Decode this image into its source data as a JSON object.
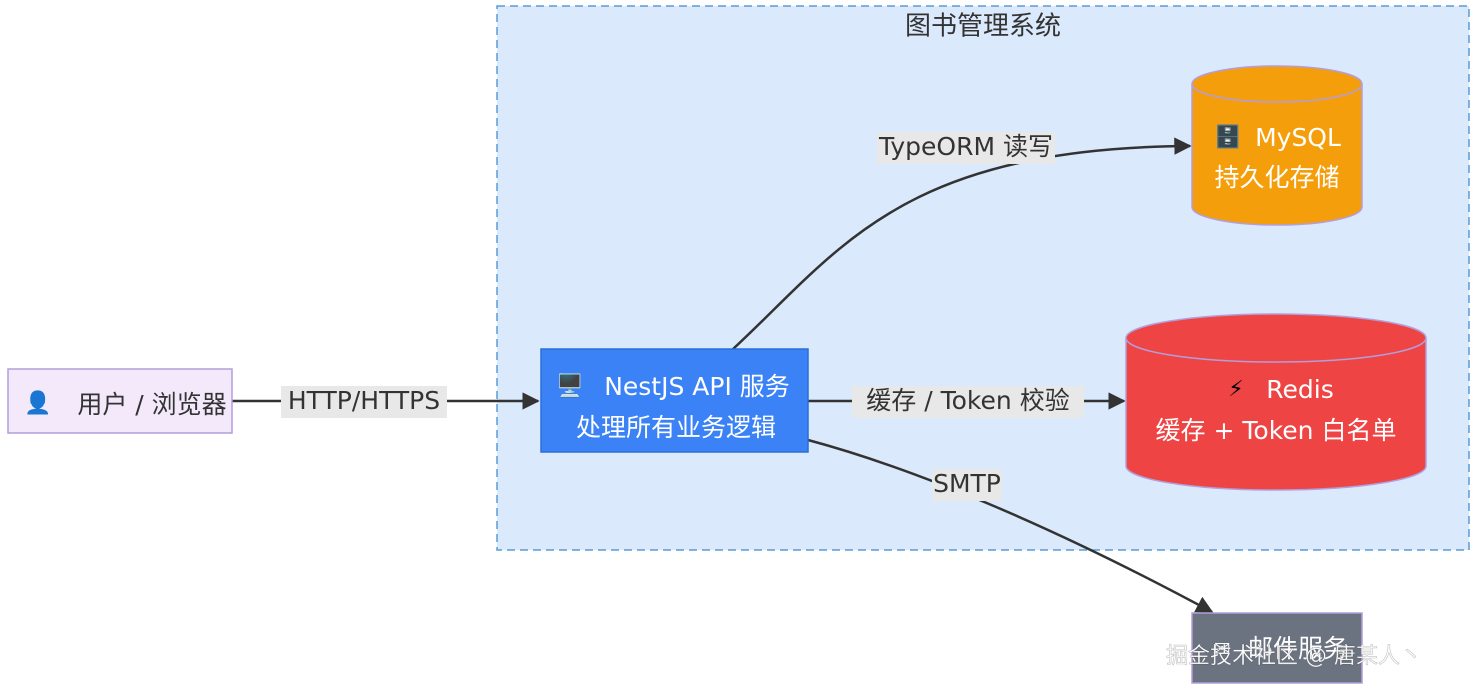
{
  "group": {
    "title": "图书管理系统"
  },
  "nodes": {
    "user": {
      "icon": "👤",
      "label": "用户 / 浏览器"
    },
    "api": {
      "icon": "🖥️",
      "line1": "NestJS API 服务",
      "line2": "处理所有业务逻辑"
    },
    "mysql": {
      "icon": "🗄️",
      "line1": "MySQL",
      "line2": "持久化存储"
    },
    "redis": {
      "icon": "⚡",
      "line1": "Redis",
      "line2": "缓存 + Token 白名单"
    },
    "mail": {
      "icon": "✉",
      "label": "邮件服务"
    }
  },
  "edges": {
    "user_api": "HTTP/HTTPS",
    "api_mysql": "TypeORM 读写",
    "api_redis": "缓存 / Token 校验",
    "api_mail": "SMTP"
  },
  "watermark": "掘金技术社区 @ 唐某人丶",
  "colors": {
    "group_fill": "#dbe9fc",
    "group_border": "#5b9bd5",
    "user_fill": "#f3e9fb",
    "user_border": "#b39ddb",
    "api_fill": "#3b82f6",
    "mysql_fill": "#f59e0b",
    "redis_fill": "#ef4444",
    "mail_fill": "#6b7280",
    "edge": "#333333"
  }
}
